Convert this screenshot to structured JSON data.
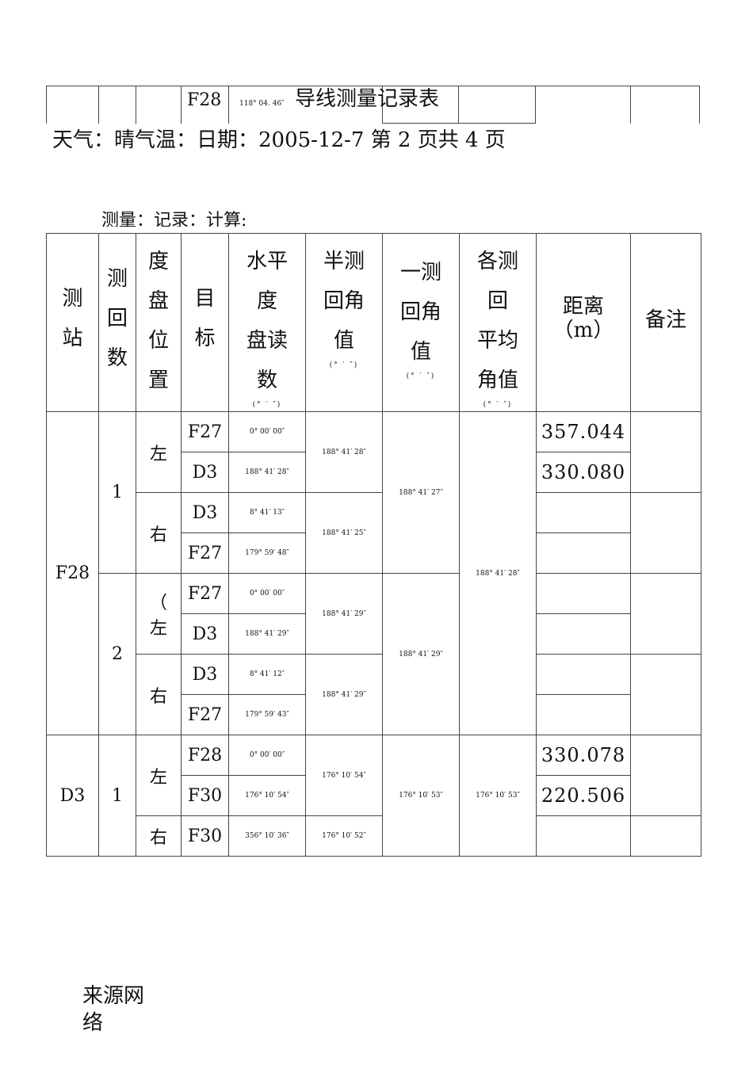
{
  "top_fragment": {
    "station": "F28",
    "angle": "118° 04. 46″"
  },
  "title": "导线测量记录表",
  "meta_line": "天气：晴气温：日期：2005-12-7 第 2 页共 4 页",
  "signers": "测量：记录：计算:",
  "headers": {
    "station": [
      "测",
      "站"
    ],
    "round": [
      "测",
      "回",
      "数"
    ],
    "face": [
      "度",
      "盘",
      "位",
      "置"
    ],
    "target": [
      "目",
      "标"
    ],
    "reading": [
      "水平",
      "度",
      "盘读",
      "数"
    ],
    "reading_unit": "(° ′ ″)",
    "half_angle": [
      "半测",
      "回角",
      "值"
    ],
    "half_angle_unit": "(° ′ ″)",
    "round_angle": [
      "一测",
      "回角",
      "值"
    ],
    "round_angle_unit": "(° ′ ″)",
    "mean_angle": [
      "各测",
      "回",
      "平均",
      "角值"
    ],
    "mean_angle_unit": "(° ′ ″)",
    "distance": [
      "距离",
      "（m）"
    ],
    "remark": "备注"
  },
  "stations": [
    {
      "name": "F28",
      "mean": "188° 41′ 28″",
      "rounds": [
        {
          "n": "1",
          "round_angle": "188° 41′ 27″",
          "faces": [
            {
              "face": "左",
              "half": "188° 41′ 28″",
              "rows": [
                {
                  "target": "F27",
                  "reading": "0° 00′ 00″",
                  "distance": "357.044"
                },
                {
                  "target": "D3",
                  "reading": "188° 41′ 28″",
                  "distance": "330.080"
                }
              ]
            },
            {
              "face": "右",
              "half": "188° 41′ 25″",
              "rows": [
                {
                  "target": "D3",
                  "reading": "8° 41′ 13″",
                  "distance": ""
                },
                {
                  "target": "F27",
                  "reading": "179° 59′ 48″",
                  "distance": ""
                }
              ]
            }
          ]
        },
        {
          "n": "2",
          "round_angle": "188° 41′ 29″",
          "faces": [
            {
              "face": "（\n左",
              "half": "188° 41′ 29″",
              "rows": [
                {
                  "target": "F27",
                  "reading": "0° 00′ 00″",
                  "distance": ""
                },
                {
                  "target": "D3",
                  "reading": "188° 41′ 29″",
                  "distance": ""
                }
              ]
            },
            {
              "face": "右",
              "half": "188° 41′ 29″",
              "rows": [
                {
                  "target": "D3",
                  "reading": "8° 41′ 12″",
                  "distance": ""
                },
                {
                  "target": "F27",
                  "reading": "179° 59′ 43″",
                  "distance": ""
                }
              ]
            }
          ]
        }
      ]
    },
    {
      "name": "D3",
      "mean": "176° 10′ 53″",
      "rounds": [
        {
          "n": "1",
          "round_angle": "176° 10′ 53″",
          "faces": [
            {
              "face": "左",
              "half": "176° 10′ 54″",
              "rows": [
                {
                  "target": "F28",
                  "reading": "0° 00′ 00″",
                  "distance": "330.078"
                },
                {
                  "target": "F30",
                  "reading": "176° 10′ 54″",
                  "distance": "220.506"
                }
              ]
            },
            {
              "face": "右",
              "half": "176° 10′ 52″",
              "rows": [
                {
                  "target": "F30",
                  "reading": "356° 10′ 36″",
                  "distance": ""
                }
              ]
            }
          ]
        }
      ]
    }
  ],
  "source_note": "来源网络"
}
